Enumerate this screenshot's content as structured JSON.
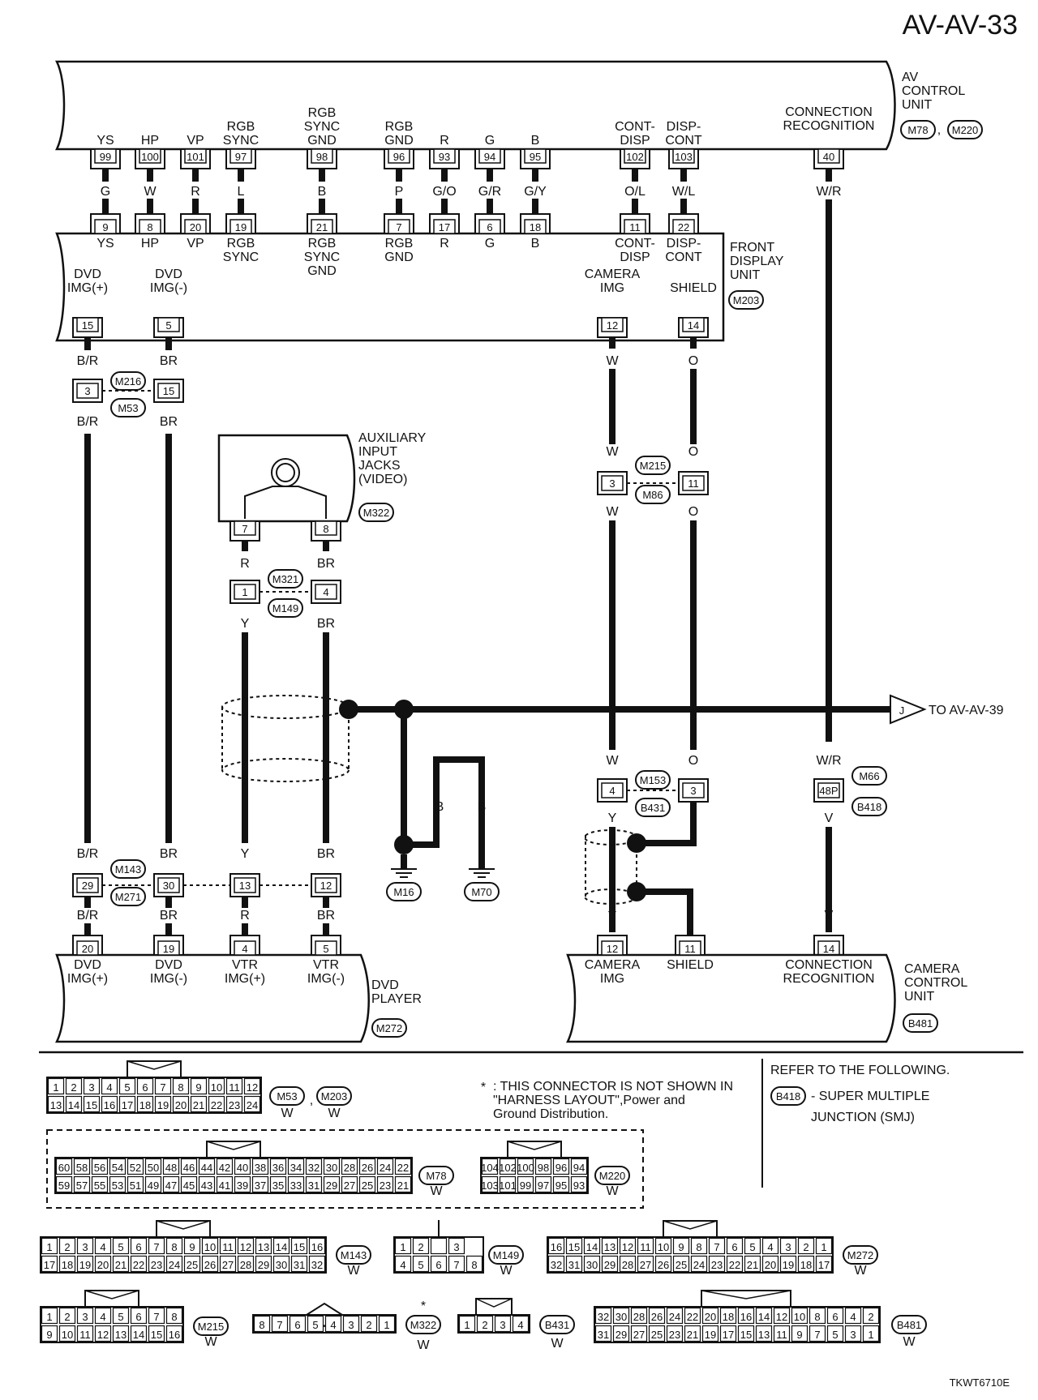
{
  "page_code": "AV-AV-33",
  "drawing_code": "TKWT6710E",
  "units": {
    "av": {
      "name": "AV\nCONTROL\nUNIT",
      "connectors": [
        "M78",
        "M220"
      ],
      "conn_label": "CONNECTION\nRECOGNITION"
    },
    "fdu": {
      "name": "FRONT\nDISPLAY\nUNIT",
      "connector": "M203"
    },
    "aux": {
      "name": "AUXILIARY\nINPUT\nJACKS\n(VIDEO)",
      "connector": "M322"
    },
    "dvd": {
      "name": "DVD\nPLAYER",
      "connector": "M272"
    },
    "cam": {
      "name": "CAMERA\nCONTROL\nUNIT",
      "connector": "B481"
    }
  },
  "top_signals": [
    {
      "av_label": "YS",
      "av_pin": "99",
      "color": "G",
      "fdu_pin": "9",
      "fdu_label": "YS"
    },
    {
      "av_label": "HP",
      "av_pin": "100",
      "color": "W",
      "fdu_pin": "8",
      "fdu_label": "HP"
    },
    {
      "av_label": "VP",
      "av_pin": "101",
      "color": "R",
      "fdu_pin": "20",
      "fdu_label": "VP"
    },
    {
      "av_label": "RGB\nSYNC",
      "av_pin": "97",
      "color": "L",
      "fdu_pin": "19",
      "fdu_label": "RGB\nSYNC"
    },
    {
      "av_label": "RGB\nSYNC\nGND",
      "av_pin": "98",
      "color": "B",
      "fdu_pin": "21",
      "fdu_label": "RGB\nSYNC\nGND"
    },
    {
      "av_label": "RGB\nGND",
      "av_pin": "96",
      "color": "P",
      "fdu_pin": "7",
      "fdu_label": "RGB\nGND"
    },
    {
      "av_label": "R",
      "av_pin": "93",
      "color": "G/O",
      "fdu_pin": "17",
      "fdu_label": "R"
    },
    {
      "av_label": "G",
      "av_pin": "94",
      "color": "G/R",
      "fdu_pin": "6",
      "fdu_label": "G"
    },
    {
      "av_label": "B",
      "av_pin": "95",
      "color": "G/Y",
      "fdu_pin": "18",
      "fdu_label": "B"
    },
    {
      "av_label": "CONT-\nDISP",
      "av_pin": "102",
      "color": "O/L",
      "fdu_pin": "11",
      "fdu_label": "CONT-\nDISP"
    },
    {
      "av_label": "DISP-\nCONT",
      "av_pin": "103",
      "color": "W/L",
      "fdu_pin": "22",
      "fdu_label": "DISP-\nCONT"
    }
  ],
  "conn_recog": {
    "av_pin": "40",
    "color_top": "W/R",
    "color_join": "W/R",
    "jc_pin": "48P",
    "jc_conns": [
      "M66",
      "B418"
    ],
    "color_bottom": "V",
    "cam_pin": "14"
  },
  "fdu_bottom": [
    {
      "label": "DVD\nIMG(+)",
      "pin": "15"
    },
    {
      "label": "DVD\nIMG(-)",
      "pin": "5"
    },
    {
      "label": "CAMERA\nIMG",
      "pin": "12"
    },
    {
      "label": "SHIELD",
      "pin": "14"
    }
  ],
  "wire_colors": {
    "br_red": "B/R",
    "brown": "BR",
    "white": "W",
    "orange": "O",
    "red": "R",
    "yellow": "Y",
    "black": "B",
    "violet": "V"
  },
  "joints": {
    "m216": {
      "pins": [
        "3",
        "15"
      ],
      "tags": [
        "M216",
        "M53"
      ]
    },
    "m215": {
      "pins": [
        "3",
        "11"
      ],
      "tags": [
        "M215",
        "M86"
      ]
    },
    "m321": {
      "pins": [
        "1",
        "4"
      ],
      "tags": [
        "M321",
        "M149"
      ]
    },
    "m153": {
      "pins": [
        "4",
        "3"
      ],
      "tags": [
        "M153",
        "B431"
      ]
    },
    "m143": {
      "pins": [
        "29",
        "30",
        "13",
        "12"
      ],
      "tags": [
        "M143",
        "M271"
      ]
    }
  },
  "aux_pins": [
    "7",
    "8"
  ],
  "grounds": [
    "M16",
    "M70"
  ],
  "to_ref": {
    "letter": "J",
    "text": "TO AV-AV-39"
  },
  "dvd_pins": [
    {
      "label": "DVD\nIMG(+)",
      "pin": "20"
    },
    {
      "label": "DVD\nIMG(-)",
      "pin": "19"
    },
    {
      "label": "VTR\nIMG(+)",
      "pin": "4"
    },
    {
      "label": "VTR\nIMG(-)",
      "pin": "5"
    }
  ],
  "cam_pins": [
    {
      "label": "CAMERA\nIMG",
      "pin": "12"
    },
    {
      "label": "SHIELD",
      "pin": "11"
    },
    {
      "label": "CONNECTION\nRECOGNITION",
      "pin": "14"
    }
  ],
  "note": {
    "mark": "*",
    "text": ": THIS CONNECTOR IS NOT SHOWN IN\n\"HARNESS LAYOUT\",Power and\nGround Distribution."
  },
  "refer": {
    "title": "REFER TO THE FOLLOWING.",
    "tag": "B418",
    "text": "- SUPER MULTIPLE\nJUNCTION (SMJ)"
  },
  "connector_faces": [
    {
      "id": "m53",
      "tags": [
        "M53",
        "M203"
      ],
      "color": "W",
      "rows": [
        [
          "1",
          "2",
          "3",
          "4",
          "5",
          "6",
          "7",
          "8",
          "9",
          "10",
          "11",
          "12"
        ],
        [
          "13",
          "14",
          "15",
          "16",
          "17",
          "18",
          "19",
          "20",
          "21",
          "22",
          "23",
          "24"
        ]
      ]
    },
    {
      "id": "m78",
      "tags": [
        "M78"
      ],
      "color": "W",
      "rows": [
        [
          "60",
          "58",
          "56",
          "54",
          "52",
          "50",
          "48",
          "46",
          "44",
          "42",
          "40",
          "38",
          "36",
          "34",
          "32",
          "30",
          "28",
          "26",
          "24",
          "22"
        ],
        [
          "59",
          "57",
          "55",
          "53",
          "51",
          "49",
          "47",
          "45",
          "43",
          "41",
          "39",
          "37",
          "35",
          "33",
          "31",
          "29",
          "27",
          "25",
          "23",
          "21"
        ]
      ]
    },
    {
      "id": "m220",
      "tags": [
        "M220"
      ],
      "color": "W",
      "rows": [
        [
          "104",
          "102",
          "100",
          "98",
          "96",
          "94"
        ],
        [
          "103",
          "101",
          "99",
          "97",
          "95",
          "93"
        ]
      ]
    },
    {
      "id": "m143",
      "tags": [
        "M143"
      ],
      "color": "W",
      "rows": [
        [
          "1",
          "2",
          "3",
          "4",
          "5",
          "6",
          "7",
          "8",
          "9",
          "10",
          "11",
          "12",
          "13",
          "14",
          "15",
          "16"
        ],
        [
          "17",
          "18",
          "19",
          "20",
          "21",
          "22",
          "23",
          "24",
          "25",
          "26",
          "27",
          "28",
          "29",
          "30",
          "31",
          "32"
        ]
      ]
    },
    {
      "id": "m149",
      "tags": [
        "M149"
      ],
      "color": "W",
      "rows": [
        [
          "1",
          "2",
          "",
          "3"
        ],
        [
          "4",
          "5",
          "6",
          "7",
          "8"
        ]
      ]
    },
    {
      "id": "m272",
      "tags": [
        "M272"
      ],
      "color": "W",
      "rows": [
        [
          "16",
          "15",
          "14",
          "13",
          "12",
          "11",
          "10",
          "9",
          "8",
          "7",
          "6",
          "5",
          "4",
          "3",
          "2",
          "1"
        ],
        [
          "32",
          "31",
          "30",
          "29",
          "28",
          "27",
          "26",
          "25",
          "24",
          "23",
          "22",
          "21",
          "20",
          "19",
          "18",
          "17"
        ]
      ]
    },
    {
      "id": "m215",
      "tags": [
        "M215"
      ],
      "color": "W",
      "rows": [
        [
          "1",
          "2",
          "3",
          "4",
          "5",
          "6",
          "7",
          "8"
        ],
        [
          "9",
          "10",
          "11",
          "12",
          "13",
          "14",
          "15",
          "16"
        ]
      ]
    },
    {
      "id": "m322",
      "tags": [
        "M322"
      ],
      "color": "W",
      "mark": "*",
      "rows": [
        [
          "8",
          "7",
          "6",
          "5",
          "4",
          "3",
          "2",
          "1"
        ]
      ]
    },
    {
      "id": "b431",
      "tags": [
        "B431"
      ],
      "color": "W",
      "rows": [
        [
          "1",
          "2",
          "3",
          "4"
        ]
      ]
    },
    {
      "id": "b481",
      "tags": [
        "B481"
      ],
      "color": "W",
      "rows": [
        [
          "32",
          "30",
          "28",
          "26",
          "24",
          "22",
          "20",
          "18",
          "16",
          "14",
          "12",
          "10",
          "8",
          "6",
          "4",
          "2"
        ],
        [
          "31",
          "29",
          "27",
          "25",
          "23",
          "21",
          "19",
          "17",
          "15",
          "13",
          "11",
          "9",
          "7",
          "5",
          "3",
          "1"
        ]
      ]
    }
  ]
}
